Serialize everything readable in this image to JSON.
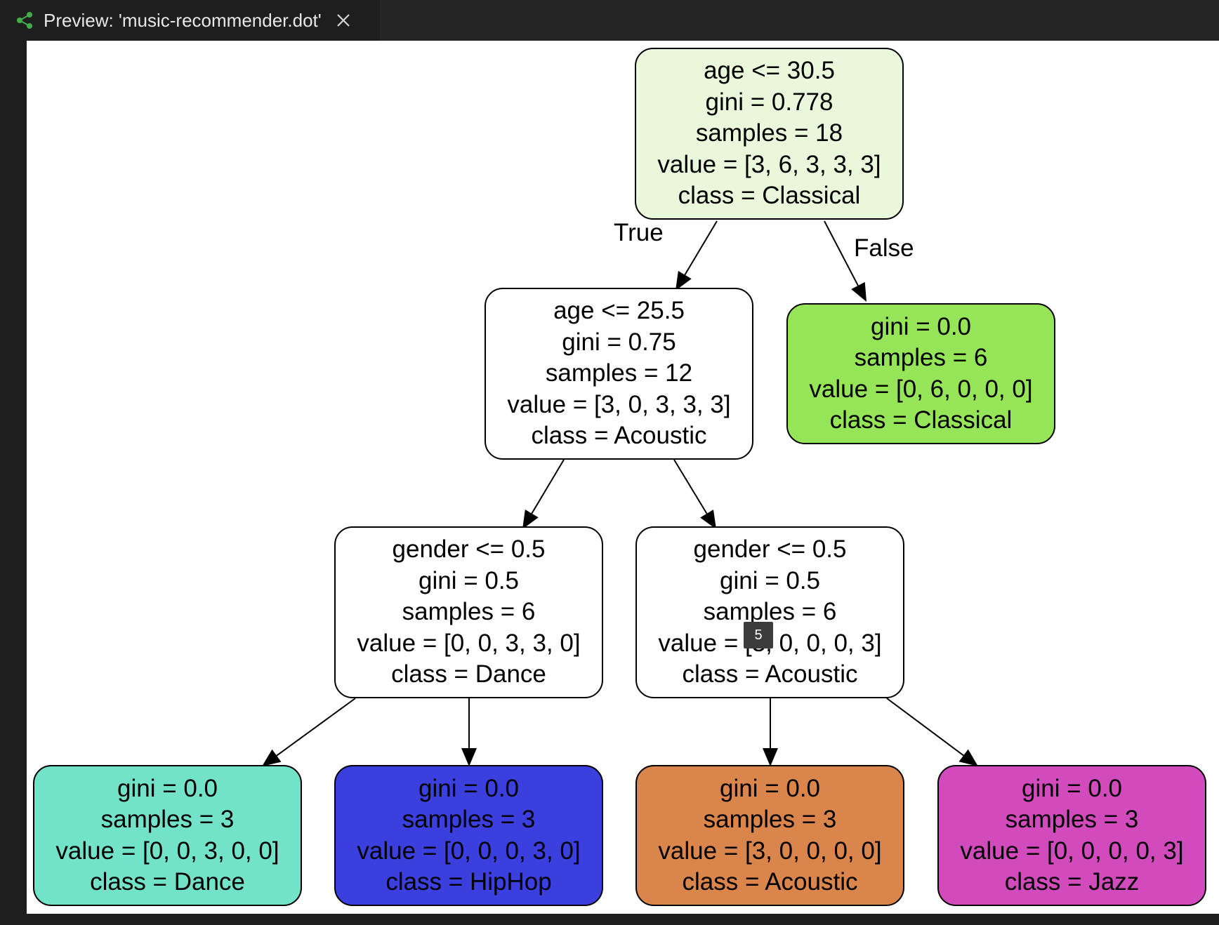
{
  "tab": {
    "title": "Preview: 'music-recommender.dot'",
    "icon": "graph-preview-icon",
    "close_icon": "close-icon"
  },
  "tree": {
    "edge_labels": {
      "true": "True",
      "false": "False"
    },
    "nodes": [
      {
        "id": "n0",
        "lines": [
          "age <= 30.5",
          "gini = 0.778",
          "samples = 18",
          "value = [3, 6, 3, 3, 3]",
          "class = Classical"
        ],
        "fill": "#e9f7db"
      },
      {
        "id": "n1",
        "lines": [
          "age <= 25.5",
          "gini = 0.75",
          "samples = 12",
          "value = [3, 0, 3, 3, 3]",
          "class = Acoustic"
        ],
        "fill": "#ffffff"
      },
      {
        "id": "n2",
        "lines": [
          "gini = 0.0",
          "samples = 6",
          "value = [0, 6, 0, 0, 0]",
          "class = Classical"
        ],
        "fill": "#96e559"
      },
      {
        "id": "n3",
        "lines": [
          "gender <= 0.5",
          "gini = 0.5",
          "samples = 6",
          "value = [0, 0, 3, 3, 0]",
          "class = Dance"
        ],
        "fill": "#ffffff"
      },
      {
        "id": "n4",
        "lines": [
          "gender <= 0.5",
          "gini = 0.5",
          "samples = 6",
          "value = [3, 0, 0, 0, 3]",
          "class = Acoustic"
        ],
        "fill": "#ffffff"
      },
      {
        "id": "n5",
        "lines": [
          "gini = 0.0",
          "samples = 3",
          "value = [0, 0, 3, 0, 0]",
          "class = Dance"
        ],
        "fill": "#72e3c8"
      },
      {
        "id": "n6",
        "lines": [
          "gini = 0.0",
          "samples = 3",
          "value = [0, 0, 0, 3, 0]",
          "class = HipHop"
        ],
        "fill": "#3b3fde"
      },
      {
        "id": "n7",
        "lines": [
          "gini = 0.0",
          "samples = 3",
          "value = [3, 0, 0, 0, 0]",
          "class = Acoustic"
        ],
        "fill": "#d9854b"
      },
      {
        "id": "n8",
        "lines": [
          "gini = 0.0",
          "samples = 3",
          "value = [0, 0, 0, 0, 3]",
          "class = Jazz"
        ],
        "fill": "#d24bbd"
      }
    ]
  },
  "tooltip": {
    "text": "5"
  }
}
